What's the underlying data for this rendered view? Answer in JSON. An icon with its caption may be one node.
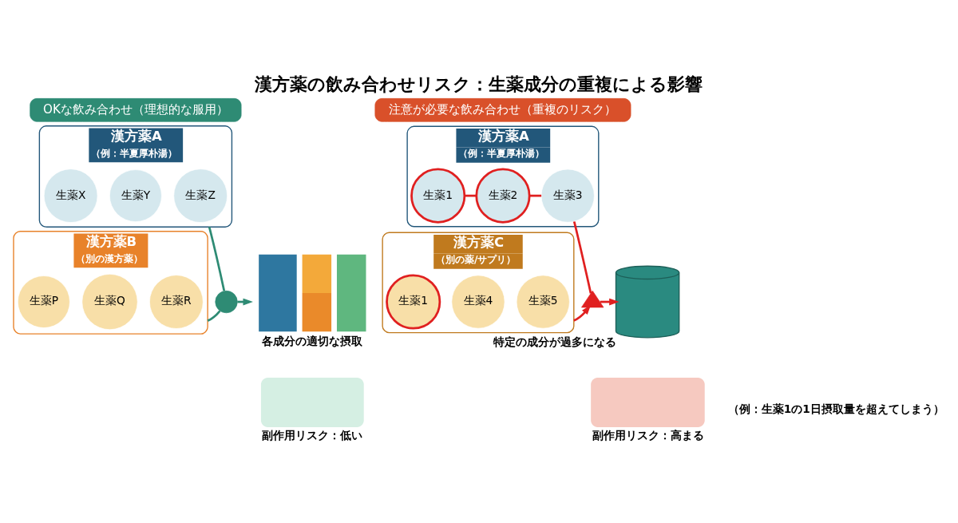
{
  "diagram": {
    "title": "漢方薬の飲み合わせリスク：生薬成分の重複による影響",
    "nodes": [
      {
        "text": [
          "OKな飲み合わせ（理想的な服用）"
        ]
      },
      {
        "text": [
          "漢方薬A",
          "（例：半夏厚朴湯）"
        ]
      },
      {
        "text": [
          "生薬X"
        ],
        "in": 1
      },
      {
        "text": [
          "生薬Y"
        ],
        "in": 1
      },
      {
        "text": [
          "生薬Z"
        ],
        "in": 1
      },
      {
        "text": [
          "漢方薬B",
          "（別の漢方薬）"
        ]
      },
      {
        "text": [
          "生薬P"
        ],
        "in": 5
      },
      {
        "text": [
          "生薬Q"
        ],
        "in": 5
      },
      {
        "text": [
          "生薬R"
        ],
        "in": 5
      },
      {
        "text": [],
        "shape": "circle"
      },
      {
        "text": [],
        "shape": "bar",
        "beside": [
          "各成分の適切な摂取"
        ]
      },
      {
        "text": [],
        "shape": "person",
        "beside": [
          "副作用リスク：低い"
        ]
      },
      {
        "text": [
          "注意が必要な飲み合わせ（重複のリスク）"
        ]
      },
      {
        "text": [
          "漢方薬A",
          "（例：半夏厚朴湯）"
        ]
      },
      {
        "text": [
          "生薬1"
        ],
        "in": 13
      },
      {
        "text": [
          "生薬2"
        ],
        "in": 13
      },
      {
        "text": [
          "生薬3"
        ],
        "in": 13
      },
      {
        "text": [
          "漢方薬C",
          "（別の薬/サプリ）"
        ]
      },
      {
        "text": [
          "生薬1"
        ],
        "in": 17
      },
      {
        "text": [
          "生薬4"
        ],
        "in": 17
      },
      {
        "text": [
          "生薬5"
        ],
        "in": 17
      },
      {
        "text": [],
        "shape": "triangle"
      },
      {
        "text": [],
        "shape": "cylinder",
        "beside": [
          "特定の成分が過多になる"
        ]
      },
      {
        "text": [],
        "shape": "person",
        "beside": [
          "副作用リスク：高まる"
        ]
      }
    ],
    "edges": [
      {
        "from": 1,
        "to": 9,
        "arrow": "none",
        "color": "#2e8b74"
      },
      {
        "from": 5,
        "to": 9,
        "arrow": "none",
        "color": "#2e8b74"
      },
      {
        "from": 9,
        "to": 10,
        "arrow": "to",
        "color": "#2e8b74"
      },
      {
        "from": 14,
        "to": 15,
        "arrow": "none",
        "color": "#e02020"
      },
      {
        "from": 15,
        "to": 16,
        "arrow": "none",
        "color": "#e02020"
      },
      {
        "from": 16,
        "to": 21,
        "arrow": "none",
        "color": "#e02020"
      },
      {
        "from": 17,
        "to": 21,
        "arrow": "to",
        "color": "#e02020"
      },
      {
        "from": 21,
        "to": 22,
        "arrow": "to",
        "color": "#e02020"
      }
    ],
    "labels": [
      "（例：生薬1の1日摂取量を超えてしまう）"
    ]
  }
}
